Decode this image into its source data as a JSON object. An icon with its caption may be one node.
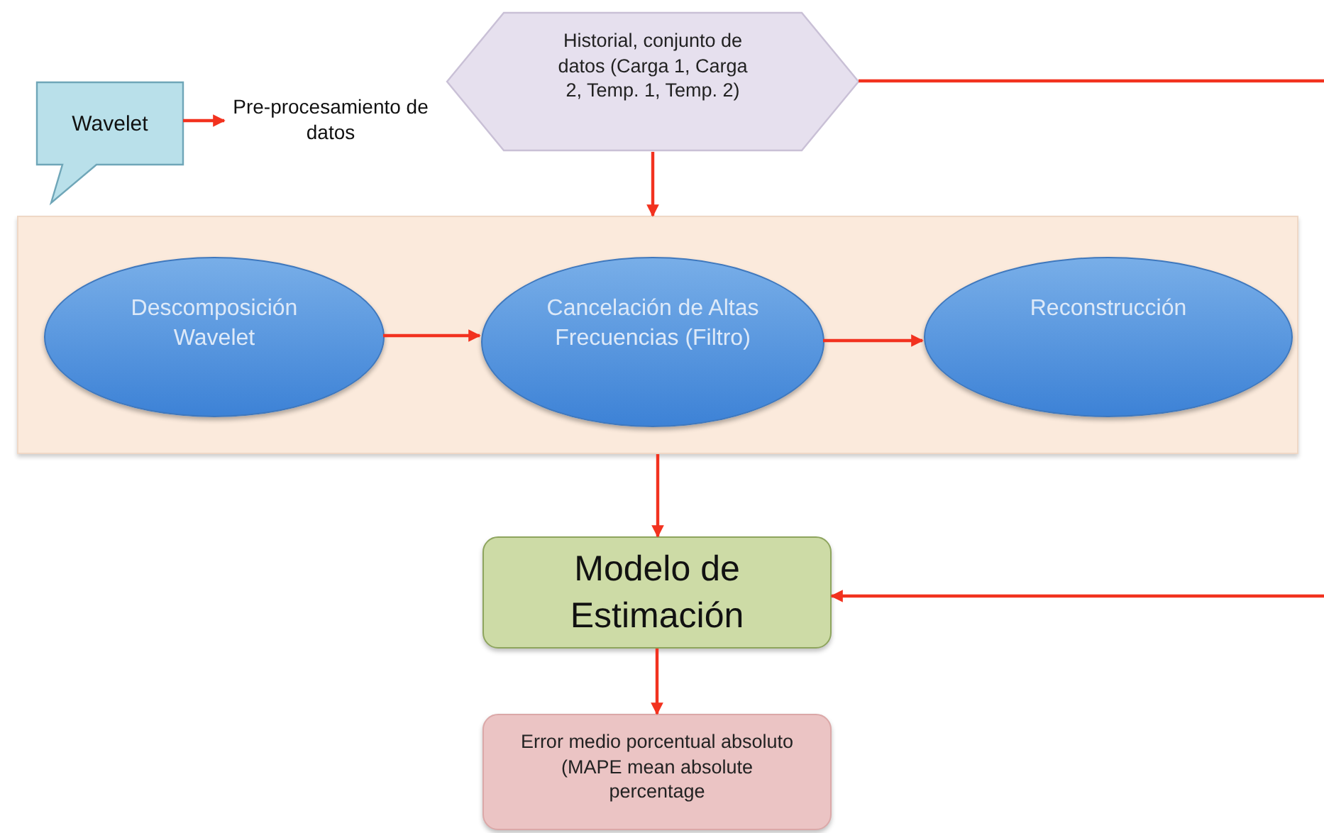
{
  "diagram": {
    "nodes": [
      {
        "text": [
          "Wavelet"
        ]
      },
      {
        "text": [
          "Pre-procesamiento de datos"
        ]
      },
      {
        "text": [
          "Historial, conjunto de datos (Carga 1, Carga 2, Temp. 1, Temp. 2)"
        ]
      },
      {
        "text": [],
        "shape": "box"
      },
      {
        "text": [
          "Descomposición Wavelet"
        ],
        "in": 3
      },
      {
        "text": [
          "Cancelación de Altas Frecuencias (Filtro)"
        ],
        "in": 3
      },
      {
        "text": [
          "Reconstrucción"
        ],
        "in": 3
      },
      {
        "text": [
          "Modelo de Estimación"
        ]
      },
      {
        "text": [
          "Error medio porcentual absoluto (MAPE mean absolute  percentage"
        ]
      }
    ],
    "edges": [
      {
        "from": 0,
        "to": 1,
        "arrow": "to"
      },
      {
        "from": 2,
        "to": 3,
        "arrow": "to"
      },
      {
        "from": 4,
        "to": 5,
        "arrow": "to"
      },
      {
        "from": 5,
        "to": 6,
        "arrow": "to"
      },
      {
        "from": 3,
        "to": 7,
        "arrow": "to"
      },
      {
        "from": 7,
        "to": 8,
        "arrow": "to"
      },
      {
        "from": 2,
        "to": null,
        "arrow": "none"
      },
      {
        "from": null,
        "to": 7,
        "arrow": "to"
      }
    ]
  }
}
